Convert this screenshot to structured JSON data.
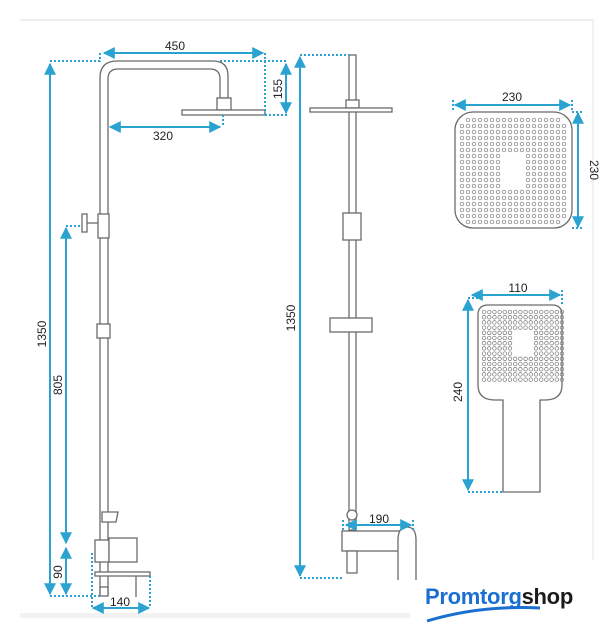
{
  "dimensions": {
    "arm_length": "450",
    "head_drop": "155",
    "head_offset": "320",
    "total_height_left": "1350",
    "diverter_height": "805",
    "mixer_height": "90",
    "mixer_depth": "140",
    "total_height_side": "1350",
    "spout_length": "190",
    "head_width": "230",
    "head_depth": "230",
    "hand_width": "110",
    "hand_length": "240"
  },
  "logo": {
    "part1": "Promtorg",
    "part2": "shop"
  },
  "colors": {
    "dimension": "#2aa3d0",
    "logo_blue": "#1b6fd1",
    "outline": "#6b6b6b"
  }
}
